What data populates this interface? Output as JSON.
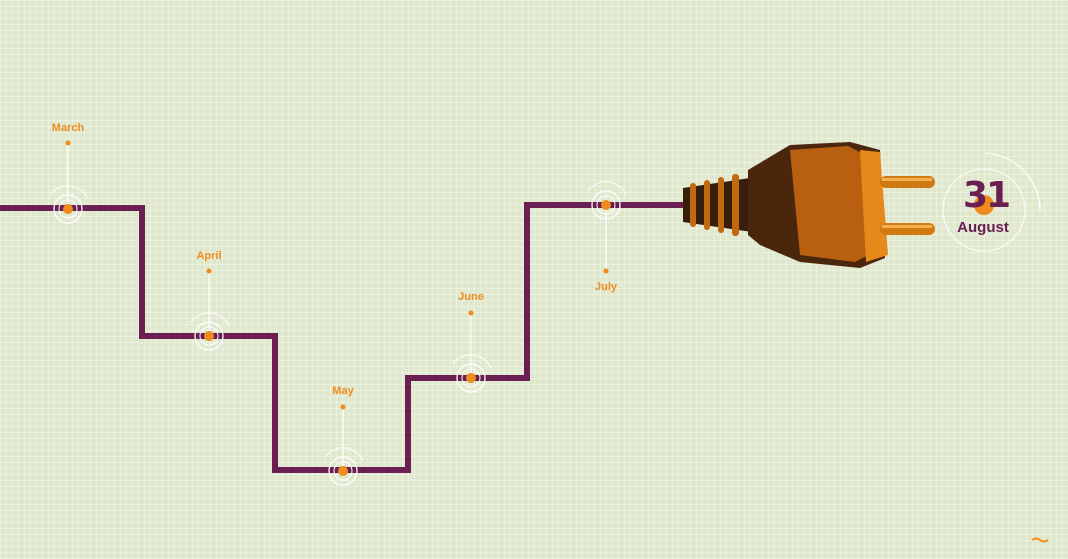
{
  "timeline": {
    "months": [
      "March",
      "April",
      "May",
      "June",
      "July"
    ],
    "deadline_day": "31",
    "deadline_month": "August"
  },
  "colors": {
    "cable": "#6a1f52",
    "accent": "#ef8c1c",
    "background": "#dfe7cd"
  }
}
